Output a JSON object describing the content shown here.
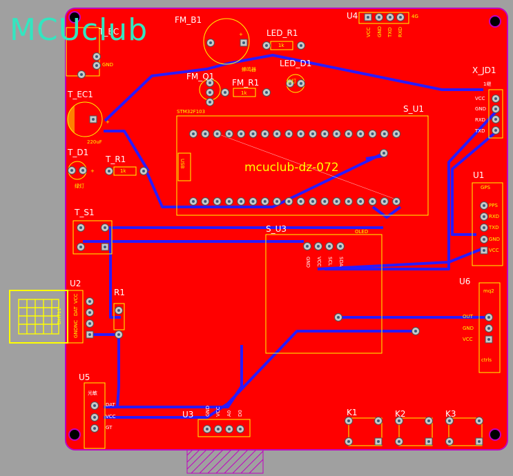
{
  "watermark": "MCUclub",
  "colors": {
    "background": "#a0a0a0",
    "board": "#ff0000",
    "outline": "#c000c0",
    "trace": "#2a1aff",
    "silkscreen": "#ffff00",
    "text": "#ffffff",
    "pad": "#c8c8c8",
    "watermark": "#33e6c0"
  },
  "board": {
    "title": "mcuclub-dz-072",
    "mcu_label": "STM32F103"
  },
  "designators": {
    "fm_b1": "FM_B1",
    "led_r1": "LED_R1",
    "led_d1": "LED_D1",
    "fm_q1": "FM_Q1",
    "fm_r1": "FM_R1",
    "t_ec1": "T_EC1",
    "t_d1": "T_D1",
    "t_r1": "T_R1",
    "t_s1": "T_S1",
    "s_u1": "S_U1",
    "s_u3": "S_U3",
    "x_jd1": "X_JD1",
    "u1": "U1",
    "u2": "U2",
    "u3": "U3",
    "u4": "U4",
    "u5": "U5",
    "u6": "U6",
    "r1": "R1",
    "k1": "K1",
    "k2": "K2",
    "k3": "K3",
    "t_ec_partial": "T_EC"
  },
  "silk_labels": {
    "usb": "USB",
    "oled": "OLED",
    "cap_value": "220uF",
    "res_1k": "1k",
    "gnd": "GND",
    "plus": "+",
    "u4_pins": [
      "VCC",
      "GND",
      "TXD",
      "RXD"
    ],
    "u4_note": "4G",
    "x_jd1_note": "1继",
    "x_jd1_pins": [
      "VCC",
      "GND",
      "RXD",
      "TXD"
    ],
    "u1_pins": [
      "PPS",
      "RXD",
      "TXD",
      "GND",
      "VCC"
    ],
    "u1_title": "GPS",
    "u6_pins": [
      "OUT",
      "GND",
      "VCC"
    ],
    "u6_title": "mq2",
    "u6_foot": "ctrls",
    "u5_title": "光敏",
    "u5_pins": [
      "DAT",
      "VCC",
      "GT"
    ],
    "u3_pins": [
      "GND",
      "VCC",
      "A0",
      "D0"
    ],
    "u2_pins": [
      "VCC",
      "DAT",
      "NC",
      "GND"
    ],
    "u2_title": "DHT11",
    "s_u3_pins": [
      "GND",
      "VCC",
      "SCL",
      "SDA"
    ],
    "led_d1_label": "红灯",
    "t_d1_label": "绿灯",
    "fm_b1_label": "蜂鸣器"
  }
}
